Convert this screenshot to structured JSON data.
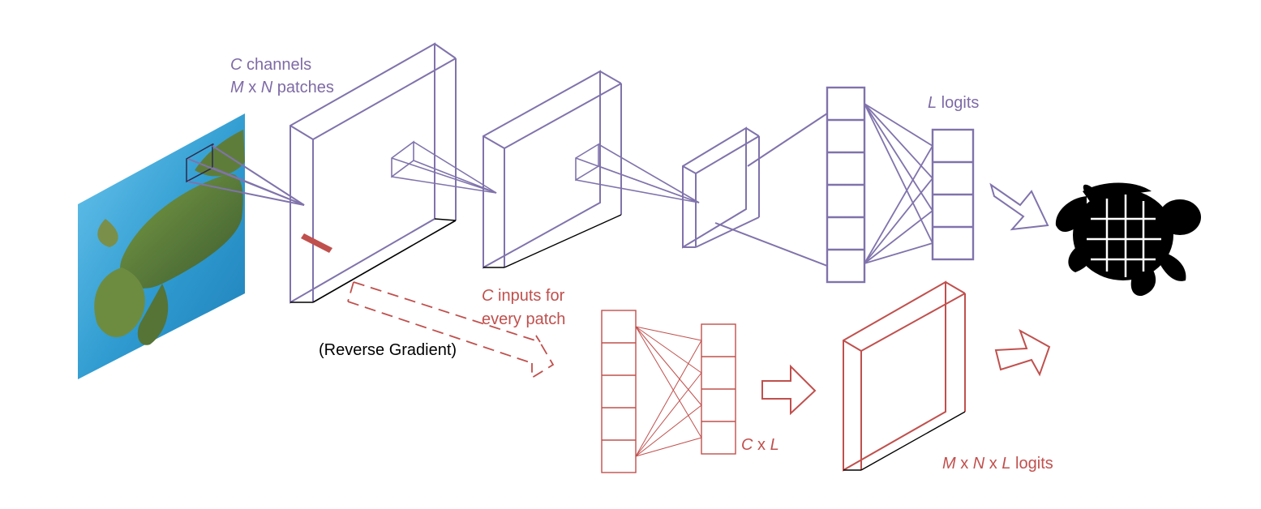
{
  "colors": {
    "purple": "#8073ac",
    "red": "#c0504d",
    "black": "#000000",
    "water": "#3aa6d8"
  },
  "labels": {
    "channels_var": "C",
    "channels_text": " channels",
    "patches_m": "M",
    "patches_x": " x ",
    "patches_n": "N",
    "patches_text": " patches",
    "logits_var": "L",
    "logits_text": " logits",
    "inputs_var": "C",
    "inputs_text": " inputs for",
    "inputs_line2": "every patch",
    "reverse_gradient": "(Reverse Gradient)",
    "cxl_c": "C",
    "cxl_x": " x ",
    "cxl_l": "L",
    "mnl_m": "M",
    "mnl_x1": " x ",
    "mnl_n": "N",
    "mnl_x2": " x ",
    "mnl_l": "L",
    "mnl_text": " logits"
  },
  "icons": {
    "input_image": "sea-turtle-photo",
    "output_icon": "turtle-silhouette-icon"
  }
}
